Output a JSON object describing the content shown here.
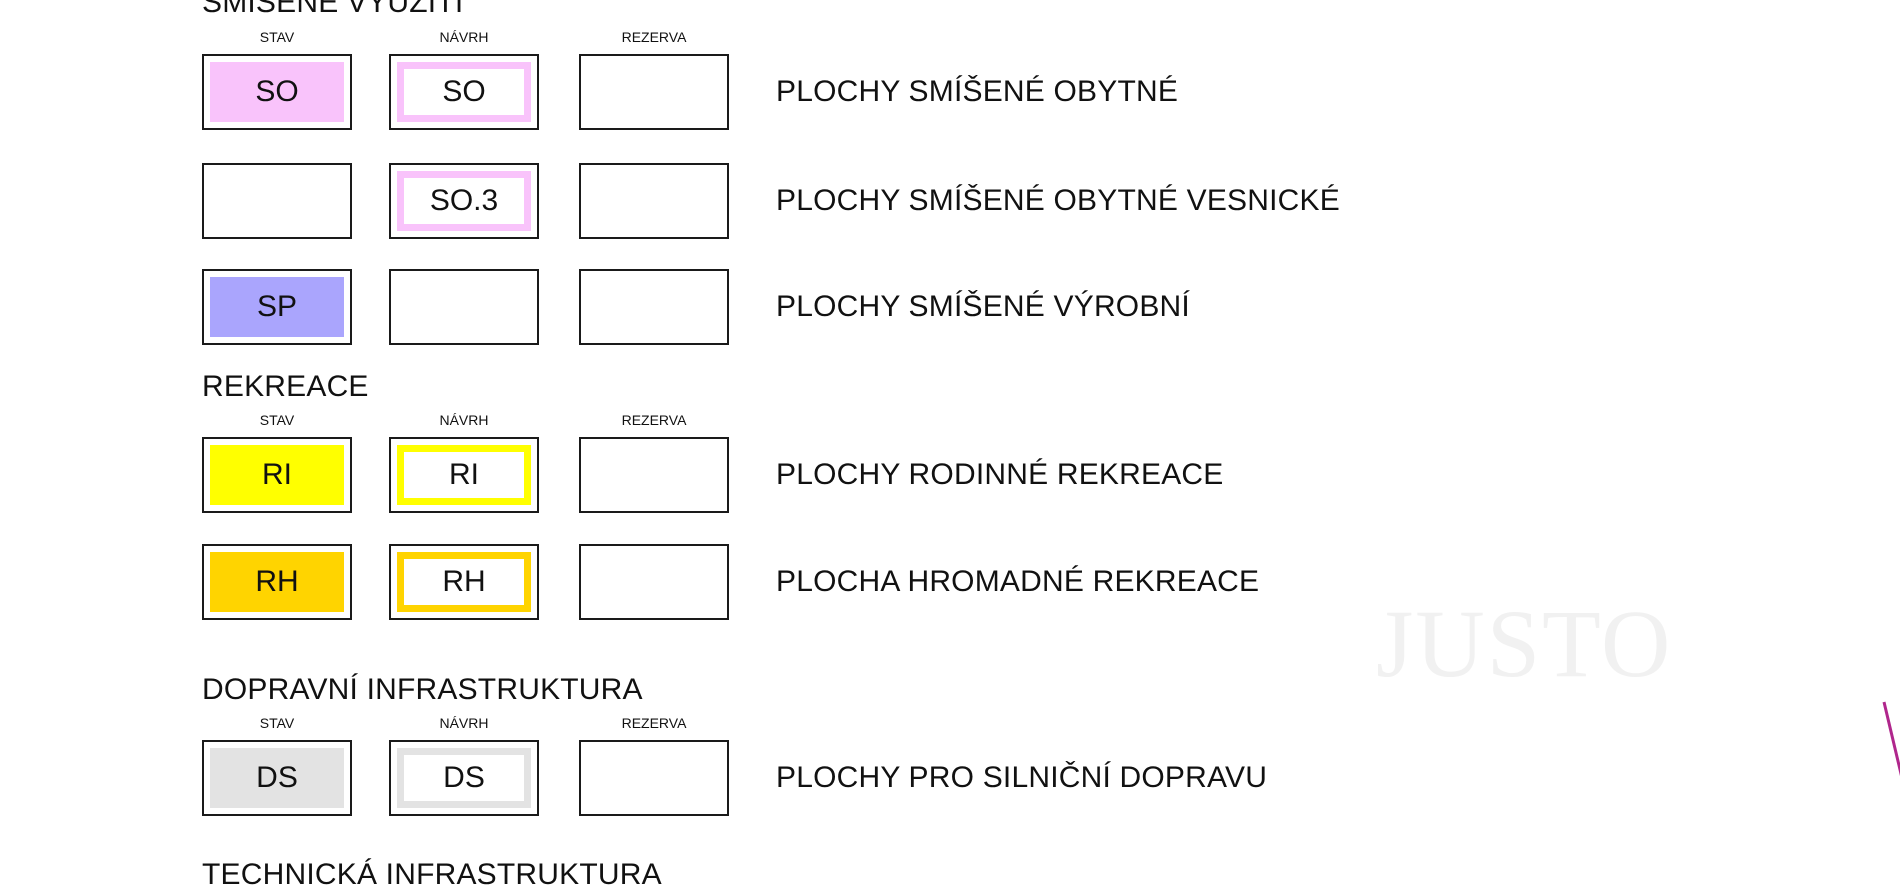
{
  "legend": {
    "headings": {
      "mixed": "SMÍŠENÉ VYUŽITÍ",
      "recreation": "REKREACE",
      "transport": "DOPRAVNÍ INFRASTRUKTURA",
      "technical": "TECHNICKÁ INFRASTRUKTURA"
    },
    "column_labels": {
      "stav": "STAV",
      "navrh": "NÁVRH",
      "rezerva": "REZERVA"
    },
    "rows": [
      {
        "code_stav": "SO",
        "code_navrh": "SO",
        "description": "PLOCHY SMÍŠENÉ OBYTNÉ",
        "color": "#f9c3fb"
      },
      {
        "code_stav": "",
        "code_navrh": "SO.3",
        "description": "PLOCHY SMÍŠENÉ OBYTNÉ VESNICKÉ",
        "color": "#f9c3fb"
      },
      {
        "code_stav": "SP",
        "code_navrh": "",
        "description": "PLOCHY SMÍŠENÉ VÝROBNÍ",
        "color": "#aaa5fd"
      },
      {
        "code_stav": "RI",
        "code_navrh": "RI",
        "description": "PLOCHY RODINNÉ REKREACE",
        "color": "#ffff00"
      },
      {
        "code_stav": "RH",
        "code_navrh": "RH",
        "description": "PLOCHA HROMADNÉ REKREACE",
        "color": "#ffd400"
      },
      {
        "code_stav": "DS",
        "code_navrh": "DS",
        "description": "PLOCHY PRO SILNIČNÍ DOPRAVU",
        "color": "#e3e3e3"
      }
    ]
  },
  "watermark": {
    "text": "JUSTO"
  },
  "colors": {
    "border": "#1a1a1a",
    "edge_mark": "#b0268c"
  }
}
